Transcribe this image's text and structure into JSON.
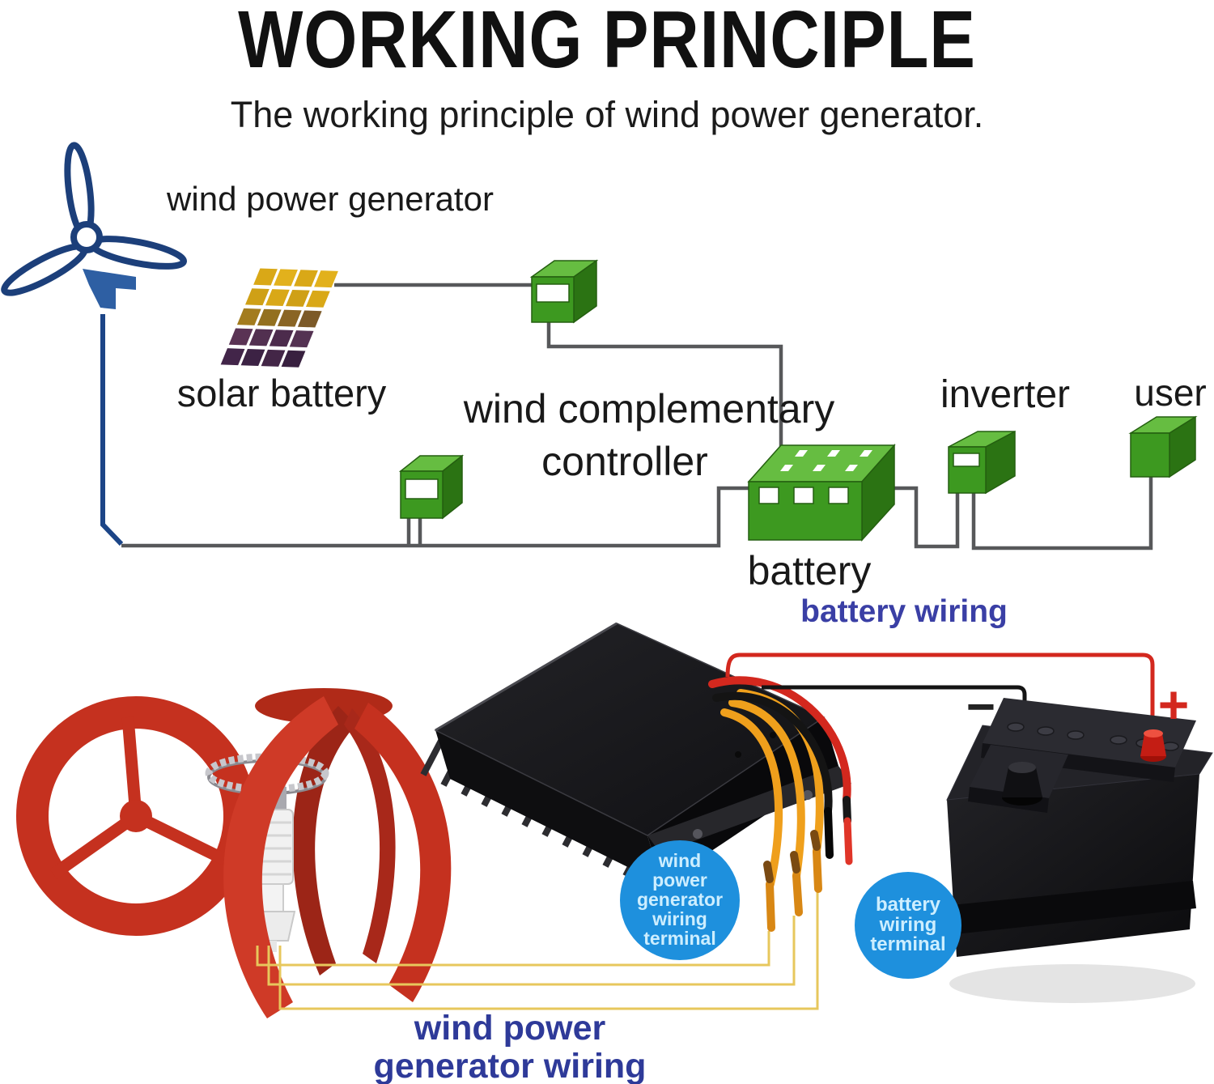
{
  "title": "WORKING PRINCIPLE",
  "subtitle": "The working principle of wind power generator.",
  "schematic": {
    "wind_power_generator": "wind power generator",
    "solar_battery": "solar battery",
    "controller_line1": "wind complementary",
    "controller_line2": "controller",
    "battery": "battery",
    "inverter": "inverter",
    "user": "user"
  },
  "photo": {
    "battery_wiring": "battery wiring",
    "minus": "−",
    "plus": "+",
    "wind_terminal_lines": [
      "wind",
      "power",
      "generator",
      "wiring",
      "terminal"
    ],
    "battery_terminal_lines": [
      "battery",
      "wiring",
      "terminal"
    ],
    "generator_wiring_line1": "wind power",
    "generator_wiring_line2": "generator wiring"
  },
  "colors": {
    "component_green": "#3d9920",
    "component_green_top": "#66bd41",
    "component_green_side": "#2b7313",
    "wire_gray": "#57585a",
    "turbine_icon_blue": "#1c4587",
    "wiring_red": "#d3281e",
    "wiring_black": "#141414",
    "wiring_yellow": "#efa01c",
    "thin_yellow": "#e7c75c",
    "battery_wiring_label_blue": "#3a3fa5",
    "terminal_circle_blue": "#1e90dd",
    "generator_wiring_label_navy": "#2e3a99",
    "turbine_photo_red": "#c5311f"
  }
}
